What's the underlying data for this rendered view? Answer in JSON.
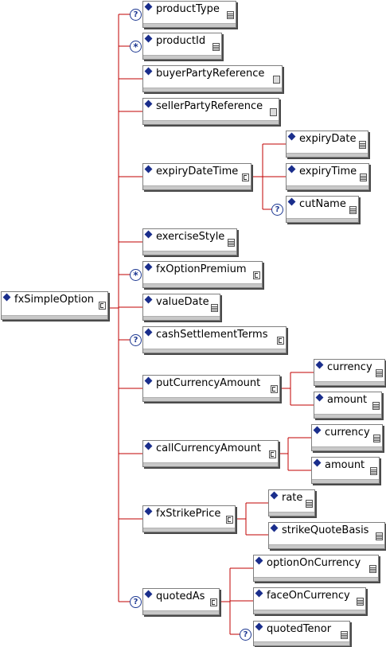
{
  "root": {
    "label": "fxSimpleOption"
  },
  "children": [
    {
      "label": "productType",
      "badge": "?"
    },
    {
      "label": "productId",
      "badge": "*"
    },
    {
      "label": "buyerPartyReference",
      "badge": ""
    },
    {
      "label": "sellerPartyReference",
      "badge": ""
    },
    {
      "label": "expiryDateTime",
      "badge": "",
      "children": [
        {
          "label": "expiryDate",
          "badge": ""
        },
        {
          "label": "expiryTime",
          "badge": ""
        },
        {
          "label": "cutName",
          "badge": "?"
        }
      ]
    },
    {
      "label": "exerciseStyle",
      "badge": ""
    },
    {
      "label": "fxOptionPremium",
      "badge": "*"
    },
    {
      "label": "valueDate",
      "badge": ""
    },
    {
      "label": "cashSettlementTerms",
      "badge": "?"
    },
    {
      "label": "putCurrencyAmount",
      "badge": "",
      "children": [
        {
          "label": "currency",
          "badge": ""
        },
        {
          "label": "amount",
          "badge": ""
        }
      ]
    },
    {
      "label": "callCurrencyAmount",
      "badge": "",
      "children": [
        {
          "label": "currency",
          "badge": ""
        },
        {
          "label": "amount",
          "badge": ""
        }
      ]
    },
    {
      "label": "fxStrikePrice",
      "badge": "",
      "children": [
        {
          "label": "rate",
          "badge": ""
        },
        {
          "label": "strikeQuoteBasis",
          "badge": ""
        }
      ]
    },
    {
      "label": "quotedAs",
      "badge": "?",
      "children": [
        {
          "label": "optionOnCurrency",
          "badge": ""
        },
        {
          "label": "faceOnCurrency",
          "badge": ""
        },
        {
          "label": "quotedTenor",
          "badge": "?"
        }
      ]
    }
  ],
  "colors": {
    "connector": "#c00000",
    "diamond": "#1a2e8c",
    "badge": "#1f3a93",
    "footer": "#c8c8c8"
  }
}
